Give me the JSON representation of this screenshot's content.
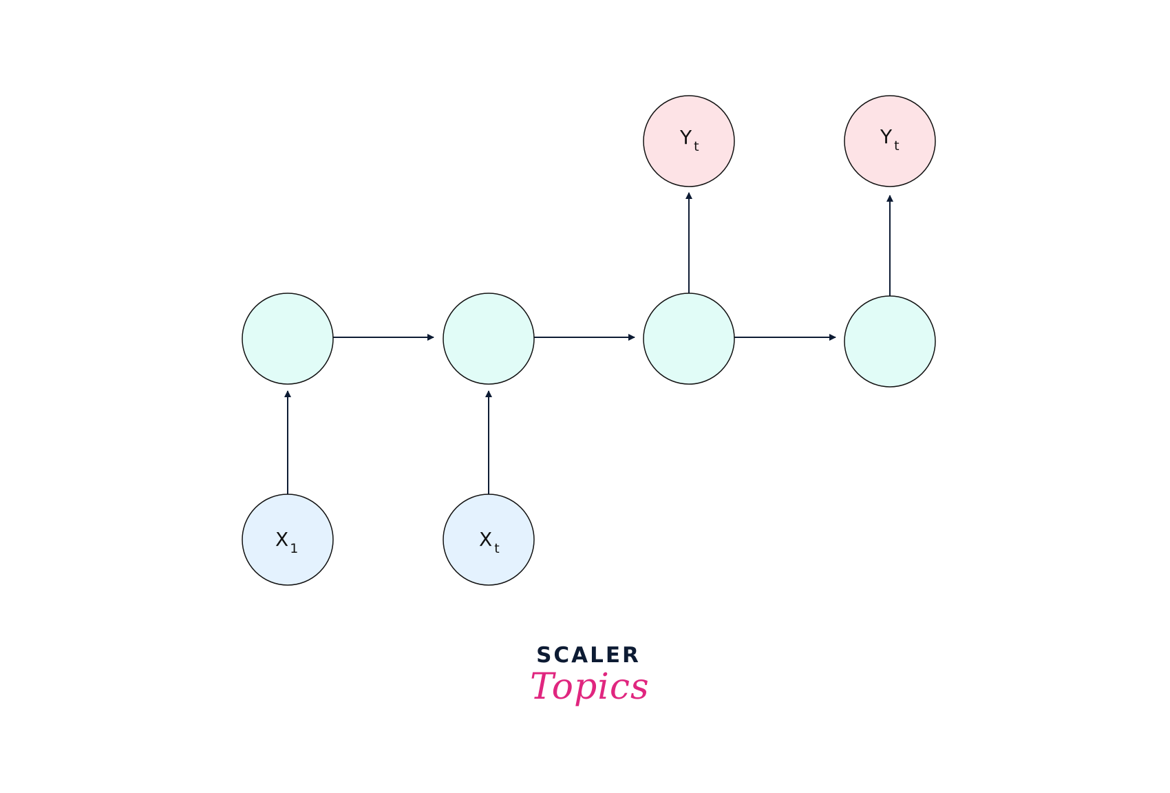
{
  "diagram": {
    "colors": {
      "stroke": "#111111",
      "arrow": "#0d1b33",
      "hidden_fill": "#e1fcf7",
      "input_fill": "#e4f2fe",
      "output_fill": "#fde3e6"
    },
    "inputs": [
      {
        "main": "X",
        "sub": "1"
      },
      {
        "main": "X",
        "sub": "t"
      }
    ],
    "outputs": [
      {
        "main": "Y",
        "sub": "t"
      },
      {
        "main": "Y",
        "sub": "t"
      }
    ],
    "hidden_count": 4
  },
  "logo": {
    "top": "SCALER",
    "bottom": "Topics",
    "top_color": "#0d1b33",
    "bottom_color": "#e0267f"
  }
}
